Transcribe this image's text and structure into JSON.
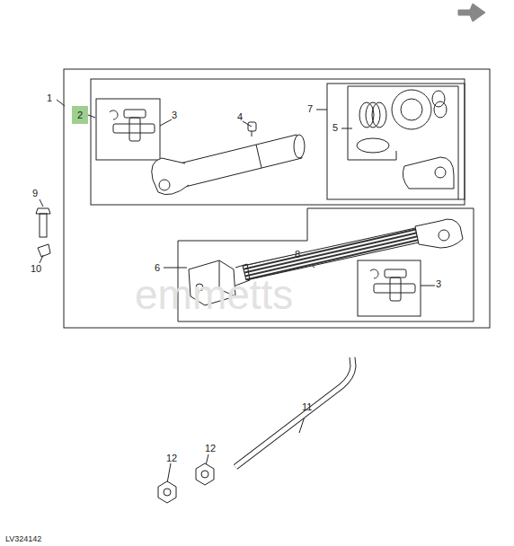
{
  "diagram": {
    "nodes": [
      {
        "text": [
          "2"
        ]
      }
    ],
    "labels": [
      "1",
      "3",
      "4",
      "7",
      "5",
      "9",
      "10",
      "6",
      "8",
      "3",
      "11",
      "12",
      "12",
      "LV324142",
      "emmetts"
    ]
  }
}
